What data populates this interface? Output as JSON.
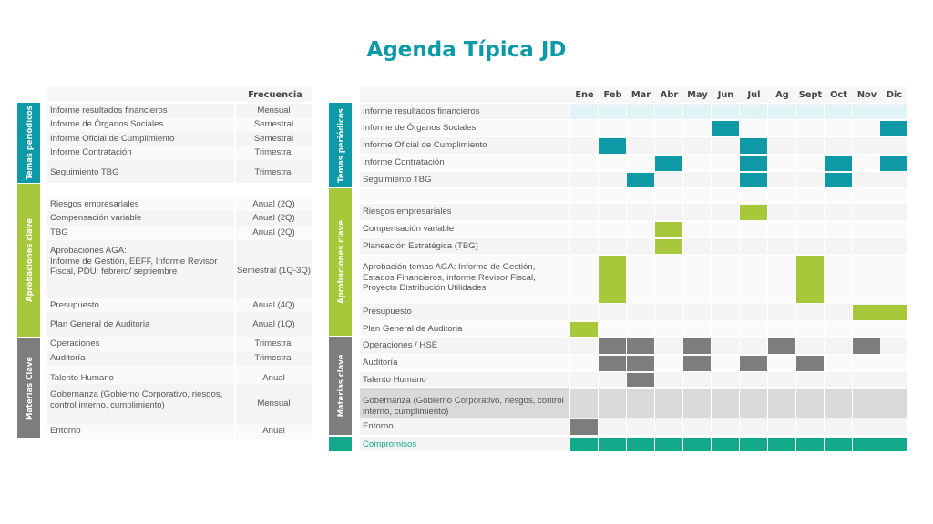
{
  "title": "Agenda Típica JD",
  "colors": {
    "teal": "#0d9aa6",
    "green": "#a7c83a",
    "gray": "#7d7d7d",
    "light": "#e0f3f6",
    "lgray": "#d9d9d9",
    "jade": "#12a98a"
  },
  "left_table": {
    "freq_header": "Frecuencia",
    "groups": [
      {
        "label": "Temas periódicos",
        "color": "#0d9aa6"
      },
      {
        "label": "Aprobaciones clave",
        "color": "#a7c83a"
      },
      {
        "label": "Materias Clave",
        "color": "#7d7d7d"
      }
    ],
    "rows": [
      {
        "topic": "Informe resultados financieros",
        "freq": "Mensual"
      },
      {
        "topic": "Informe de Órganos Sociales",
        "freq": "Semestral"
      },
      {
        "topic": "Informe Oficial de Cumplimiento",
        "freq": "Semestral"
      },
      {
        "topic": "Informe Contratación",
        "freq": "Trimestral"
      },
      {
        "topic": "Seguimiento TBG",
        "freq": "Trimestral"
      },
      {
        "topic": "Riesgos empresariales",
        "freq": "Anual (2Q)"
      },
      {
        "topic": "Compensación variable",
        "freq": "Anual (2Q)"
      },
      {
        "topic": "TBG",
        "freq": "Anual (2Q)"
      },
      {
        "topic": "Aprobaciones AGA:\nInforme de Gestión, EEFF, Informe Revisor Fiscal, PDU: febrero/ septiembre",
        "freq": "Semestral (1Q-3Q)"
      },
      {
        "topic": "Presupuesto",
        "freq": "Anual (4Q)"
      },
      {
        "topic": "Plan General de Auditoria",
        "freq": "Anual (1Q)"
      },
      {
        "topic": "Operaciones",
        "freq": "Trimestral"
      },
      {
        "topic": "Auditoría",
        "freq": "Trimestral"
      },
      {
        "topic": "Talento Humano",
        "freq": "Anual"
      },
      {
        "topic": "Gobernanza (Gobierno Corporativo, riesgos, control interno, cumplimiento)",
        "freq": "Mensual"
      },
      {
        "topic": "Entorno",
        "freq": "Anual"
      }
    ]
  },
  "calendar": {
    "months": [
      "Ene",
      "Feb",
      "Mar",
      "Abr",
      "May",
      "Jun",
      "Jul",
      "Ag",
      "Sept",
      "Oct",
      "Nov",
      "Dic"
    ],
    "groups": [
      {
        "label": "Temas periódicos",
        "color": "#0d9aa6"
      },
      {
        "label": "Aprobaciones clave",
        "color": "#a7c83a"
      },
      {
        "label": "Materias clave",
        "color": "#7d7d7d"
      }
    ],
    "rows": [
      {
        "topic": "Informe resultados financieros",
        "fill": "light",
        "months": [
          1,
          2,
          3,
          4,
          5,
          6,
          7,
          8,
          9,
          10,
          11,
          12
        ]
      },
      {
        "topic": "Informe de Órganos Sociales",
        "fill": "teal",
        "months": [
          6,
          12
        ]
      },
      {
        "topic": "Informe Oficial de Cumplimiento",
        "fill": "teal",
        "months": [
          2,
          7
        ]
      },
      {
        "topic": "Informe Contratación",
        "fill": "teal",
        "months": [
          4,
          7,
          10,
          12
        ]
      },
      {
        "topic": "Seguimiento TBG",
        "fill": "teal",
        "months": [
          3,
          7,
          10
        ]
      },
      {
        "topic": "",
        "fill": "none",
        "months": []
      },
      {
        "topic": "Riesgos empresariales",
        "fill": "green",
        "months": [
          7
        ]
      },
      {
        "topic": "Compensación variable",
        "fill": "green",
        "months": [
          4
        ]
      },
      {
        "topic": "Planeación Estratégica (TBG)",
        "fill": "green",
        "months": [
          4
        ]
      },
      {
        "topic": "Aprobación temas AGA: Informe de Gestión, Estados Financieros, informe Revisor Fiscal, Proyecto Distribución Utilidades",
        "fill": "green",
        "months": [
          2,
          9
        ]
      },
      {
        "topic": "Presupuesto",
        "fill": "green",
        "months": [
          11,
          12
        ]
      },
      {
        "topic": "Plan General de Auditoria",
        "fill": "green",
        "months": [
          1
        ]
      },
      {
        "topic": "Operaciones / HSE",
        "fill": "gray",
        "months": [
          2,
          3,
          5,
          8,
          11
        ]
      },
      {
        "topic": "Auditoría",
        "fill": "gray",
        "months": [
          2,
          3,
          5,
          7,
          9
        ]
      },
      {
        "topic": "Talento Humano",
        "fill": "gray",
        "months": [
          3
        ]
      },
      {
        "topic": "Gobernanza (Gobierno Corporativo, riesgos, control interno, cumplimiento)",
        "fill": "lgray",
        "months": [
          1,
          2,
          3,
          4,
          5,
          6,
          7,
          8,
          9,
          10,
          11,
          12
        ]
      },
      {
        "topic": "Entorno",
        "fill": "gray",
        "months": [
          1
        ]
      },
      {
        "topic": "Compromisos",
        "fill": "jade",
        "months": [
          1,
          2,
          3,
          4,
          5,
          6,
          7,
          8,
          9,
          10,
          11,
          12
        ]
      }
    ]
  }
}
